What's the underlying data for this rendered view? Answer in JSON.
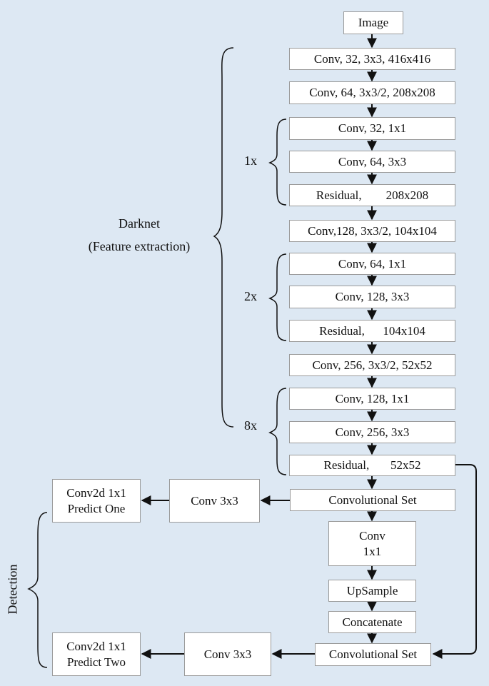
{
  "backbone": {
    "image": "Image",
    "conv1": "Conv, 32, 3x3, 416x416",
    "conv2": "Conv, 64, 3x3/2, 208x208",
    "block1": {
      "repeat": "1x",
      "conv_a": "Conv, 32, 1x1",
      "conv_b": "Conv, 64, 3x3",
      "residual": "Residual,        208x208"
    },
    "conv3": "Conv,128, 3x3/2, 104x104",
    "block2": {
      "repeat": "2x",
      "conv_a": "Conv, 64, 1x1",
      "conv_b": "Conv, 128, 3x3",
      "residual": "Residual,      104x104"
    },
    "conv4": "Conv, 256, 3x3/2, 52x52",
    "block8": {
      "repeat": "8x",
      "conv_a": "Conv, 128, 1x1",
      "conv_b": "Conv, 256, 3x3",
      "residual": "Residual,       52x52"
    },
    "label_line1": "Darknet",
    "label_line2": "(Feature extraction)"
  },
  "detection": {
    "label": "Detection",
    "convset1": "Convolutional Set",
    "conv3x3_1": "Conv 3x3",
    "predict1": "Conv2d 1x1\nPredict One",
    "conv1x1": "Conv\n1x1",
    "upsample": "UpSample",
    "concat": "Concatenate",
    "convset2": "Convolutional Set",
    "conv3x3_2": "Conv 3x3",
    "predict2": "Conv2d 1x1\nPredict Two"
  },
  "colors": {
    "background": "#dde8f3",
    "box_fill": "#ffffff",
    "box_border": "#9a9a9a",
    "line": "#111111"
  }
}
